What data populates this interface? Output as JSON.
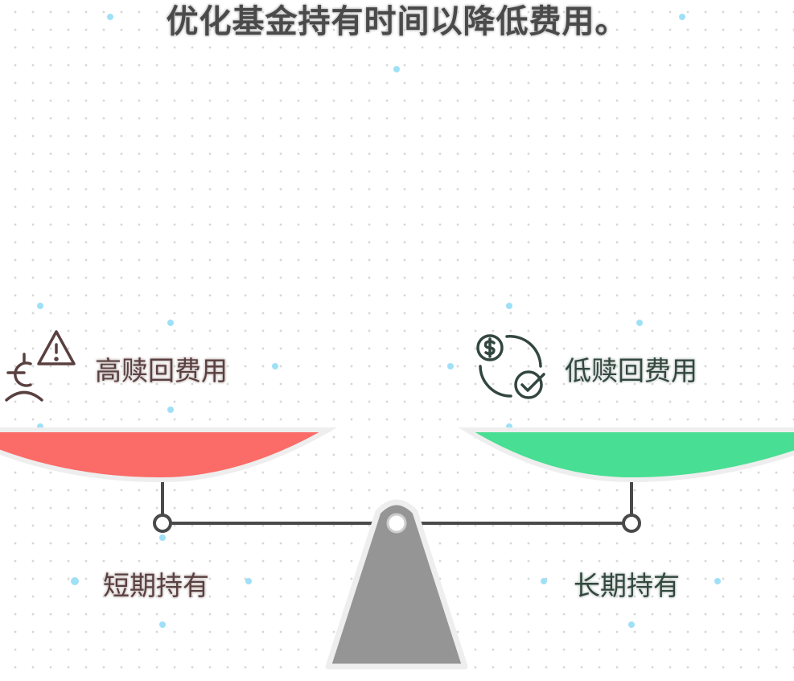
{
  "title": "优化基金持有时间以降低费用。",
  "left": {
    "cost_label": "高赎回费用",
    "holding_label": "短期持有",
    "icon": "person-euro-warning-icon",
    "pan_color": "#fb6b67"
  },
  "right": {
    "cost_label": "低赎回费用",
    "holding_label": "长期持有",
    "icon": "dollar-cycle-check-icon",
    "pan_color": "#48de93"
  },
  "fulcrum_color": "#959595"
}
